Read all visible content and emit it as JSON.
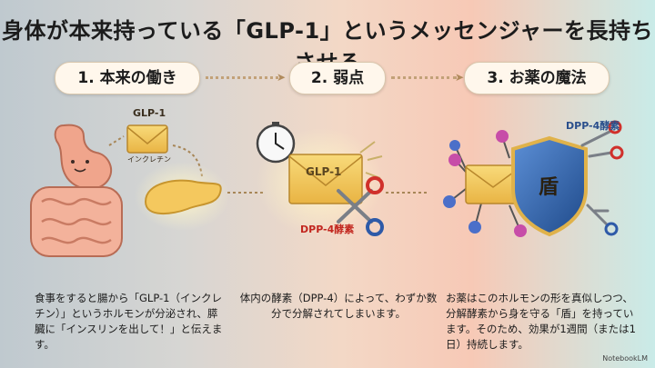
{
  "title": "身体が本来持っている「GLP-1」というメッセンジャーを長持ちさせる",
  "steps": [
    {
      "label": "1. 本来の働き"
    },
    {
      "label": "2. 弱点"
    },
    {
      "label": "3. お薬の魔法"
    }
  ],
  "panel1": {
    "envelope_label": "GLP-1",
    "envelope_sub": "インクレチン",
    "description": "食事をすると腸から「GLP-1（インクレチン）」というホルモンが分泌され、膵臓に「インスリンを出して！」と伝えます。"
  },
  "panel2": {
    "envelope_label": "GLP-1",
    "scissors_label": "DPP-4酵素",
    "description": "体内の酵素（DPP-4）によって、わずか数分で分解されてしまいます。"
  },
  "panel3": {
    "scissors_label": "DPP-4酵素",
    "shield_label": "盾",
    "description": "お薬はこのホルモンの形を真似しつつ、分解酵素から身を守る「盾」を持っています。そのため、効果が1週間（または1日）持続します。"
  },
  "brand": "NotebookLM",
  "colors": {
    "envelope": "#f3c95c",
    "shield_blue": "#2f5c9e",
    "shield_gold": "#e0b24a",
    "red_label": "#c2271f",
    "blue_label": "#2a4f8c",
    "organ": "#f0a58c"
  }
}
